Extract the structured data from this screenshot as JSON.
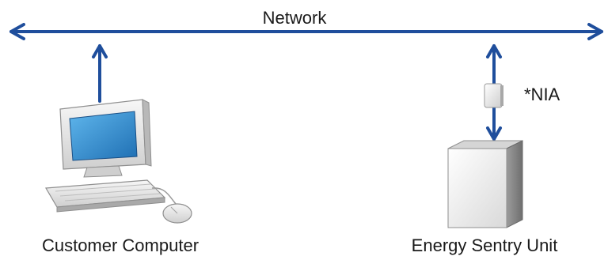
{
  "diagram": {
    "network_label": "Network",
    "nia_label": "*NIA",
    "computer_label": "Customer Computer",
    "unit_label": "Energy Sentry Unit"
  },
  "colors": {
    "line": "#1f4e9c",
    "screen": "#2f8ed0",
    "device_body": "#e6e6e6",
    "device_edge": "#9a9a9a",
    "text": "#1a1a1a"
  },
  "icons": [
    "computer-icon",
    "mouse-icon",
    "nia-module-icon",
    "energy-sentry-unit-icon"
  ]
}
